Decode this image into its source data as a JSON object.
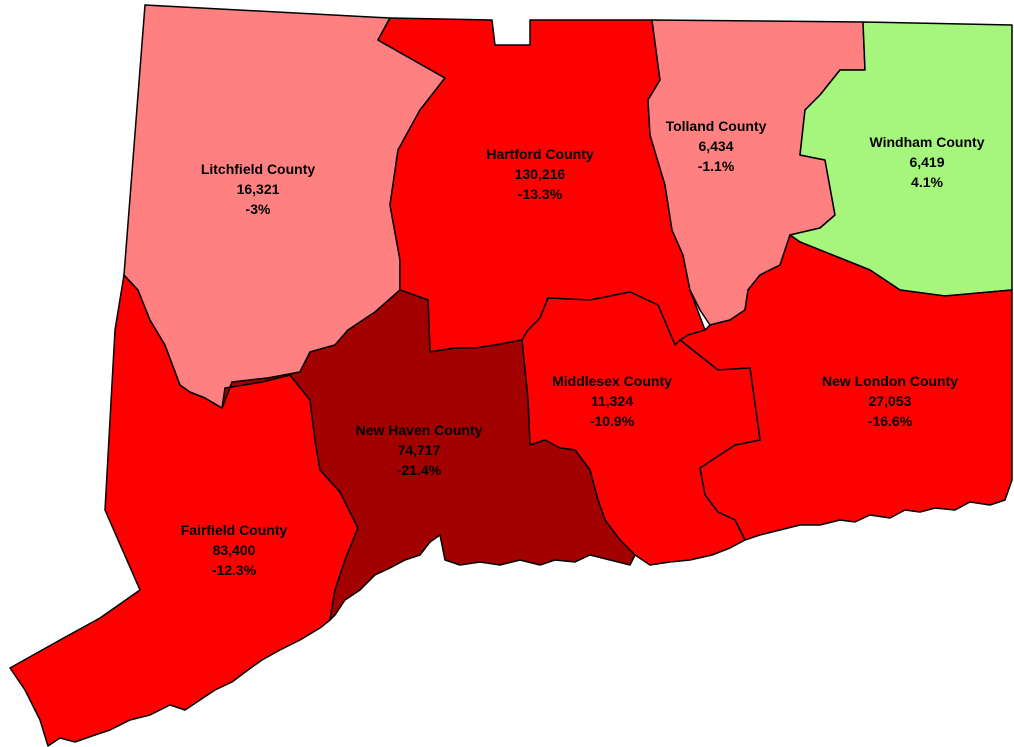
{
  "map": {
    "counties": [
      {
        "id": "litchfield",
        "name": "Litchfield County",
        "value": "16,321",
        "change": "-3%",
        "color": "#ff8080"
      },
      {
        "id": "hartford",
        "name": "Hartford County",
        "value": "130,216",
        "change": "-13.3%",
        "color": "#ff0000"
      },
      {
        "id": "tolland",
        "name": "Tolland County",
        "value": "6,434",
        "change": "-1.1%",
        "color": "#ff8080"
      },
      {
        "id": "windham",
        "name": "Windham County",
        "value": "6,419",
        "change": "4.1%",
        "color": "#a6f57c"
      },
      {
        "id": "fairfield",
        "name": "Fairfield County",
        "value": "83,400",
        "change": "-12.3%",
        "color": "#ff0000"
      },
      {
        "id": "new-haven",
        "name": "New Haven County",
        "value": "74,717",
        "change": "-21.4%",
        "color": "#a30000"
      },
      {
        "id": "middlesex",
        "name": "Middlesex County",
        "value": "11,324",
        "change": "-10.9%",
        "color": "#ff0000"
      },
      {
        "id": "new-london",
        "name": "New London County",
        "value": "27,053",
        "change": "-16.6%",
        "color": "#ff0000"
      }
    ]
  }
}
